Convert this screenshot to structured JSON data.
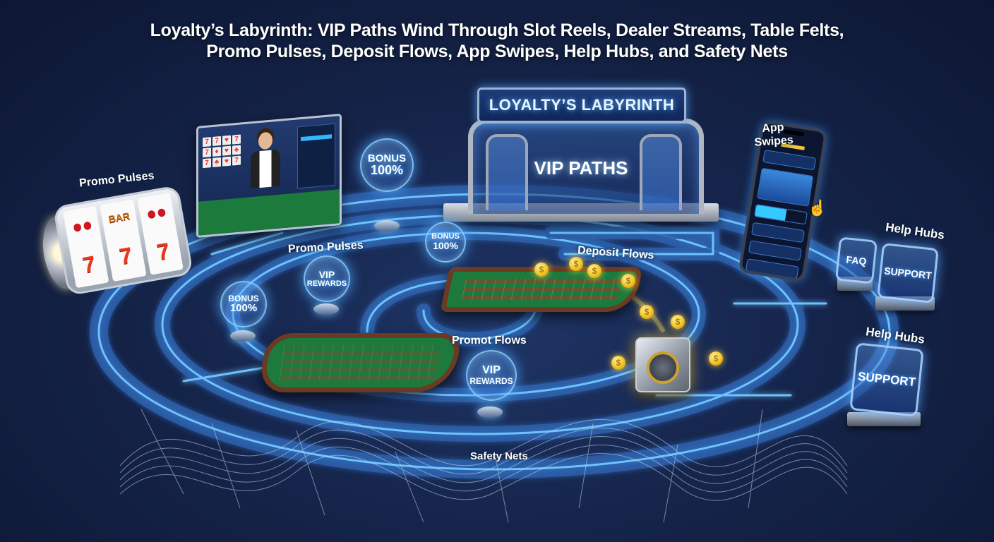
{
  "title": {
    "line1": "Loyalty’s Labyrinth: VIP Paths Wind Through Slot Reels, Dealer Streams, Table Felts,",
    "line2": "Promo Pulses, Deposit Flows, App Swipes, Help Hubs, and Safety Nets"
  },
  "gate": {
    "sign": "LOYALTY’S LABYRINTH",
    "inner": "VIP PATHS"
  },
  "labels": {
    "promo_pulses_top": "Promo Pulses",
    "promo_pulses_mid": "Promo Pulses",
    "deposit_flows": "Deposit Flows",
    "promot_flows": "Promot Flows",
    "app_swipes_line1": "App",
    "app_swipes_line2": "Swipes",
    "help_hubs_top": "Help Hubs",
    "help_hubs_bottom": "Help Hubs",
    "safety_nets": "Safety Nets"
  },
  "bubbles": [
    {
      "line1": "BONUS",
      "line2": "100%"
    },
    {
      "line1": "BONUS",
      "line2": "100%"
    },
    {
      "line1": "BONUS",
      "line2": "100%"
    },
    {
      "line1": "VIP",
      "line2": "REWARDS"
    },
    {
      "line1": "VIP",
      "line2": "REWARDS"
    }
  ],
  "help_signs": {
    "faq": "FAQ",
    "support_top": "SUPPORT",
    "support_bottom": "SUPPORT"
  },
  "slot_reel": {
    "symbols": [
      "7",
      "7",
      "7"
    ]
  },
  "coin_symbol": "$",
  "colors": {
    "background": "#15244a",
    "neon_path": "#4fb0ff",
    "felt": "#1d7a3d",
    "coin_gold": "#f2c322"
  }
}
